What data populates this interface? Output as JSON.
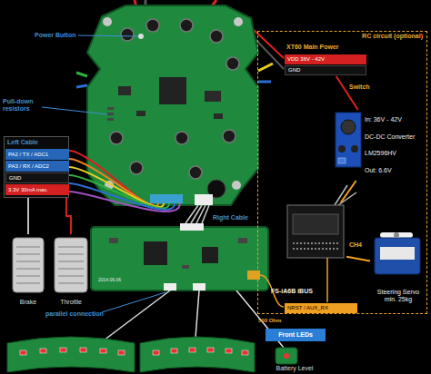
{
  "diagram": {
    "nodes": [
      {
        "text": [
          "Left Cable"
        ]
      },
      {
        "text": [
          "PA2 / TX / ADC1"
        ],
        "in": 0
      },
      {
        "text": [
          "PA3 / RX / ADC2"
        ],
        "in": 0
      },
      {
        "text": [
          "GND"
        ],
        "in": 0
      },
      {
        "text": [
          "3.3V 30mA max."
        ],
        "in": 0
      },
      {
        "text": [
          "RC circuit (optional)"
        ]
      },
      {
        "text": [
          "XT60 Main Power"
        ],
        "in": 5
      },
      {
        "text": [
          "VDD 36V - 42V"
        ],
        "in": 6
      },
      {
        "text": [
          "GND"
        ],
        "in": 6
      },
      {
        "text": [
          "In: 36V - 42V",
          "DC-DC Converter",
          "LM2596HV",
          "Out: 6.6V"
        ],
        "in": 5
      },
      {
        "text": [
          "FS-iA6B iBUS"
        ],
        "in": 5
      },
      {
        "text": [
          "NRST / AUX_RX"
        ],
        "in": 5
      },
      {
        "text": [
          "Steering Servo",
          "min. 25kg"
        ],
        "in": 5
      },
      {
        "text": [
          "Brake"
        ]
      },
      {
        "text": [
          "Throttle"
        ]
      },
      {
        "text": [
          "Front LEDs"
        ]
      },
      {
        "text": [
          "Battery Level"
        ]
      }
    ],
    "edges": [
      {
        "from": 0,
        "to": 13,
        "arrow": "none"
      },
      {
        "from": 0,
        "to": 14,
        "arrow": "none"
      },
      {
        "from": 6,
        "to": 9,
        "label": "Switch",
        "arrow": "none"
      },
      {
        "from": 9,
        "to": 10,
        "arrow": "none"
      },
      {
        "from": 10,
        "to": 12,
        "label": "CH4",
        "arrow": "none"
      }
    ],
    "labels": [
      "Power Button",
      "Pull-down resistors",
      "Right Cable",
      "2014.06.06",
      "parallel connection",
      "500 Ohm"
    ]
  }
}
